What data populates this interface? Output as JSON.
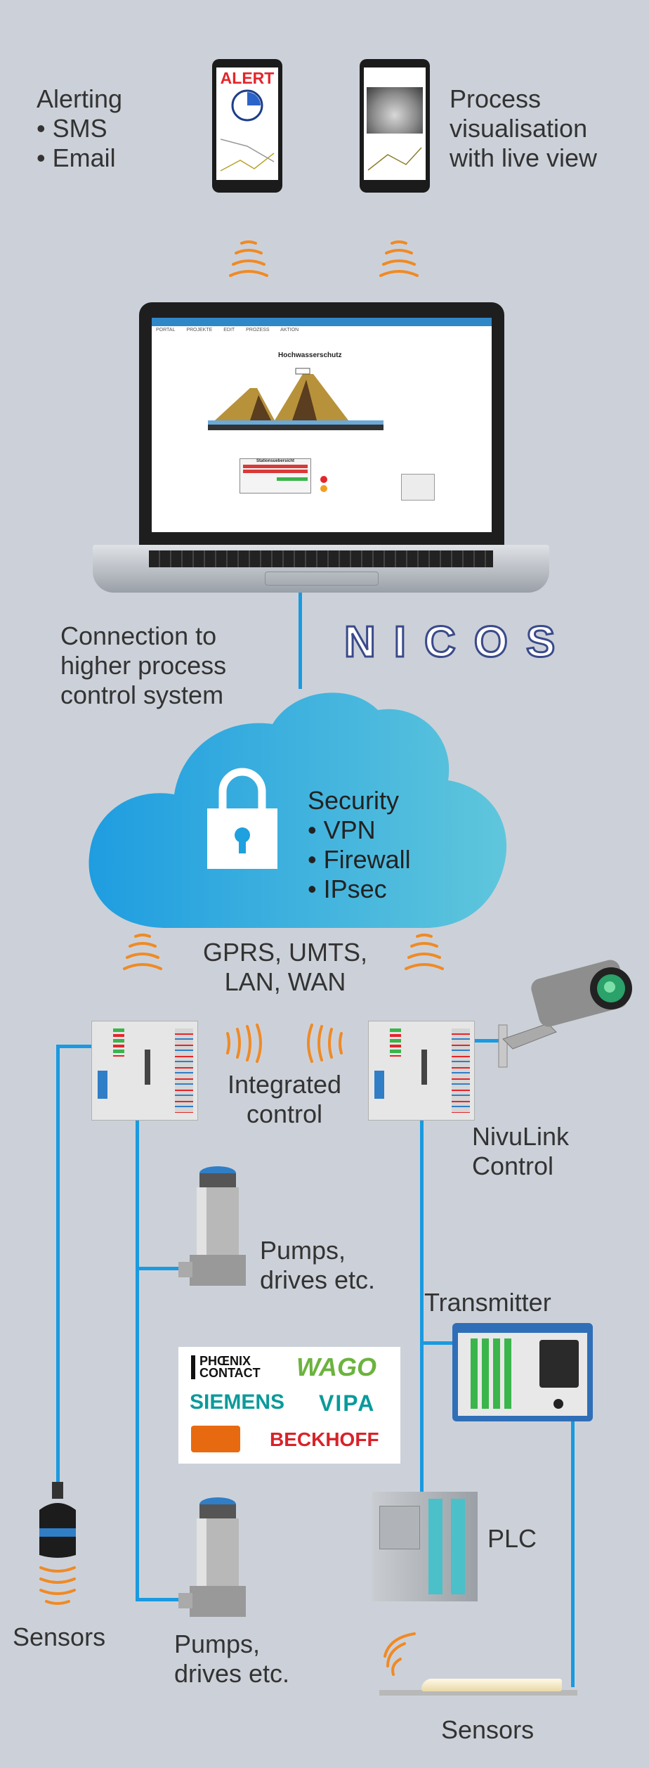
{
  "alerting": {
    "title": "Alerting",
    "items": [
      "• SMS",
      "• Email"
    ]
  },
  "visualisation": {
    "lines": [
      "Process",
      "visualisation",
      "with live view"
    ]
  },
  "phone_alert": {
    "label": "ALERT"
  },
  "laptop_screen": {
    "title": "Hochwasserschutz",
    "menu": [
      "PORTAL",
      "PROJEKTE",
      "EDIT",
      "PROZESS",
      "AKTION"
    ],
    "panel_title": "Stationsuebersicht"
  },
  "connection": {
    "lines": [
      "Connection to",
      "higher process",
      "control system"
    ]
  },
  "nicos_logo": "NICOS",
  "security": {
    "title": "Security",
    "items": [
      "• VPN",
      "• Firewall",
      "• IPsec"
    ]
  },
  "network": {
    "lines": [
      "GPRS, UMTS,",
      "LAN, WAN"
    ]
  },
  "integrated": {
    "lines": [
      "Integrated",
      "control"
    ]
  },
  "nivulink": {
    "lines": [
      "NivuLink",
      "Control"
    ]
  },
  "pumps_1": {
    "lines": [
      "Pumps,",
      "drives etc."
    ]
  },
  "pumps_2": {
    "lines": [
      "Pumps,",
      "drives etc."
    ]
  },
  "transmitter": {
    "label": "Transmitter"
  },
  "plc": {
    "label": "PLC"
  },
  "sensors_left": {
    "label": "Sensors"
  },
  "sensors_bottom": {
    "label": "Sensors"
  },
  "brands": {
    "phoenix": [
      "PHŒNIX",
      "CONTACT"
    ],
    "wago": "WAGO",
    "siemens": "SIEMENS",
    "vipa": "VIPA",
    "beckhoff": "BECKHOFF"
  },
  "colors": {
    "background": "#ccd1d9",
    "line": "#1a9ae0",
    "wave": "#f08a24",
    "cloud_from": "#1f9de0",
    "cloud_to": "#5fc6dc",
    "alert_red": "#e5252a"
  }
}
